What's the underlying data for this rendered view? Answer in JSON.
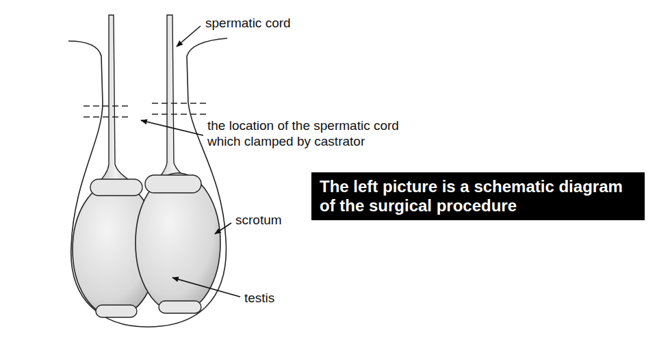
{
  "diagram": {
    "nodes": [
      {
        "text": [
          "The left picture is a schematic diagram of the surgical procedure"
        ]
      }
    ],
    "labels": [
      "spermatic cord",
      "the location of the spermatic cord which clamped by castrator",
      "scrotum",
      "testis"
    ]
  }
}
